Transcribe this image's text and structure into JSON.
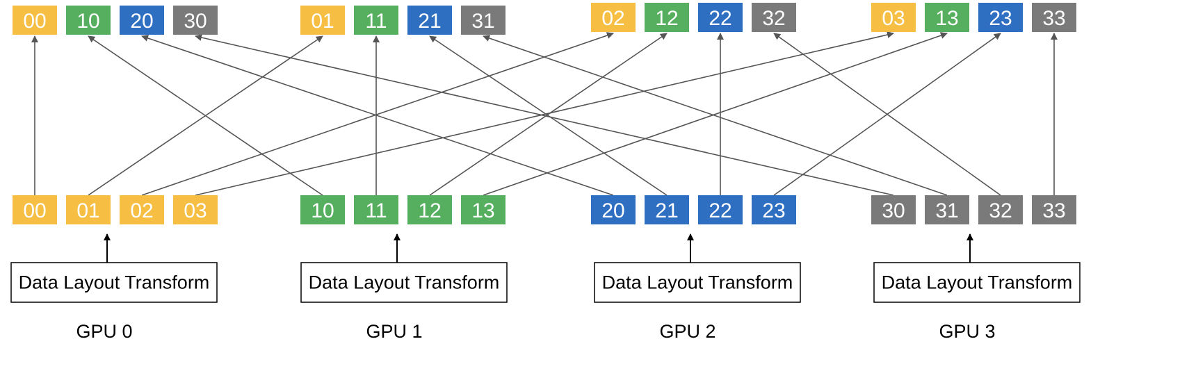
{
  "colors": {
    "gpu0": "#F6BE42",
    "gpu1": "#55AF5E",
    "gpu2": "#2F6FC2",
    "gpu3": "#7A7A7A",
    "arrow": "#555555",
    "box_border": "#000000"
  },
  "gpus": [
    {
      "label": "GPU 0",
      "transform_label": "Data Layout Transform",
      "source_chunks": [
        "00",
        "01",
        "02",
        "03"
      ],
      "dest_chunks": [
        "00",
        "10",
        "20",
        "30"
      ]
    },
    {
      "label": "GPU 1",
      "transform_label": "Data Layout Transform",
      "source_chunks": [
        "10",
        "11",
        "12",
        "13"
      ],
      "dest_chunks": [
        "01",
        "11",
        "21",
        "31"
      ]
    },
    {
      "label": "GPU 2",
      "transform_label": "Data Layout Transform",
      "source_chunks": [
        "20",
        "21",
        "22",
        "23"
      ],
      "dest_chunks": [
        "02",
        "12",
        "22",
        "32"
      ]
    },
    {
      "label": "GPU 3",
      "transform_label": "Data Layout Transform",
      "source_chunks": [
        "30",
        "31",
        "32",
        "33"
      ],
      "dest_chunks": [
        "03",
        "13",
        "23",
        "33"
      ]
    }
  ]
}
